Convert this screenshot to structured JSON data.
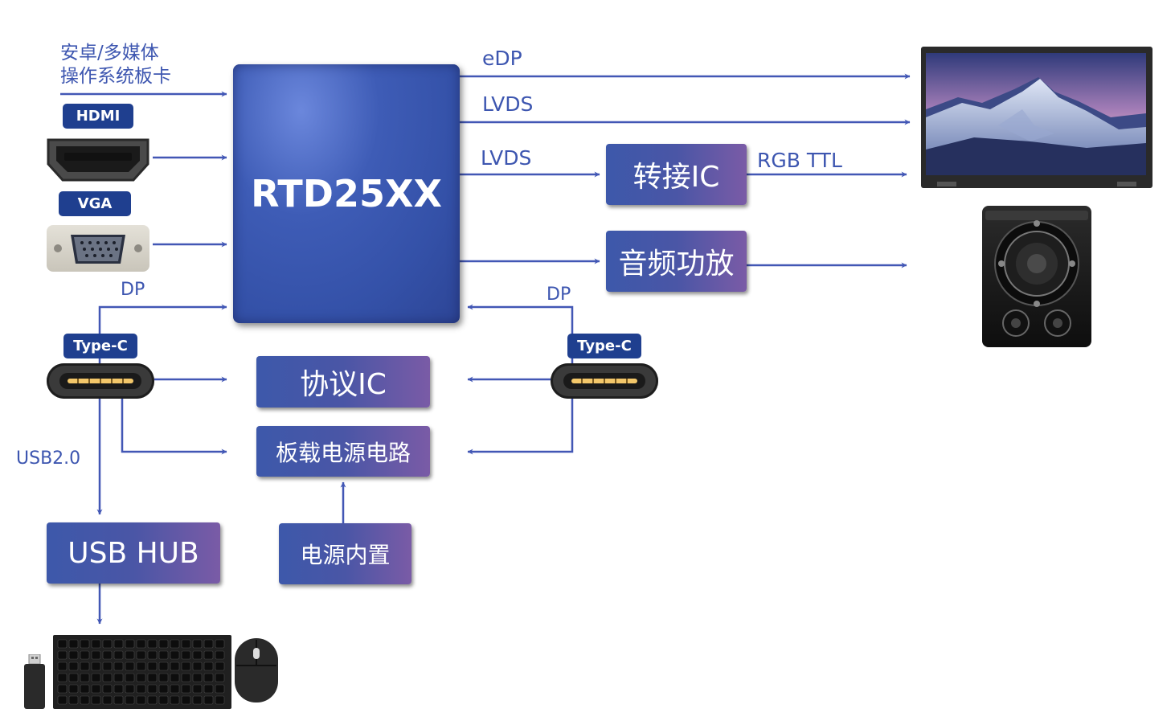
{
  "input_label": "安卓/多媒体\n操作系统板卡",
  "badges": {
    "hdmi": "HDMI",
    "vga": "VGA",
    "typec_left": "Type-C",
    "typec_right": "Type-C"
  },
  "chip": "RTD25XX",
  "signals": {
    "dp_left": "DP",
    "dp_right": "DP",
    "edp": "eDP",
    "lvds1": "LVDS",
    "lvds2": "LVDS",
    "rgb": "RGB TTL",
    "usb": "USB2.0"
  },
  "boxes": {
    "adapter": "转接IC",
    "audio": "音频功放",
    "protocol": "协议IC",
    "power_board": "板载电源电路",
    "power_builtin": "电源内置",
    "usb_hub": "USB HUB"
  },
  "icons": {
    "hdmi": "hdmi-port-icon",
    "vga": "vga-port-icon",
    "typec": "usb-c-port-icon",
    "display": "display-panel-icon",
    "speaker": "speaker-icon",
    "keyboard": "keyboard-icon",
    "mouse": "mouse-icon",
    "dongle": "usb-dongle-icon"
  },
  "colors": {
    "arrow": "#4257b5",
    "label": "#3d56b0",
    "badge": "#1f3f8f",
    "chip": "#3451a8"
  }
}
